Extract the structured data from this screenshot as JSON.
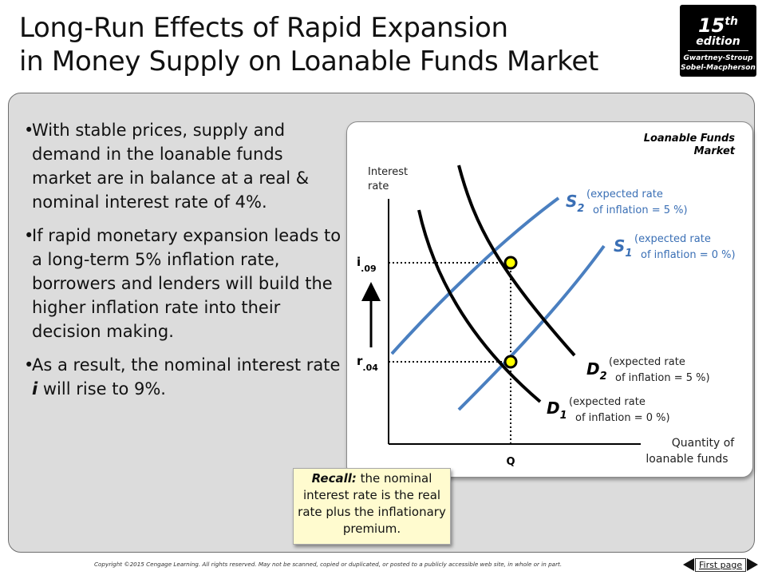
{
  "slide": {
    "title_line1": "Long-Run Effects of Rapid Expansion",
    "title_line2": "in Money Supply on Loanable Funds Market"
  },
  "badge": {
    "edition_number": "15",
    "edition_suffix": "th",
    "edition_word": "edition",
    "authors_line1": "Gwartney-Stroup",
    "authors_line2": "Sobel-Macpherson"
  },
  "bullets": [
    {
      "text": "With stable prices, supply and demand in the loanable funds market are in balance at a real & nominal interest rate of 4%."
    },
    {
      "text": "If rapid monetary expansion leads to a long-term 5% inflation rate, borrowers and lenders will build the higher inflation rate into their decision making."
    },
    {
      "text_before": "As a result, the nominal interest rate ",
      "emphasis": "i",
      "text_after": " will rise to 9%."
    }
  ],
  "diagram": {
    "title_line1": "Loanable  Funds",
    "title_line2": "Market",
    "y_axis_line1": "Interest",
    "y_axis_line2": "rate",
    "x_axis_line1": "Quantity of",
    "x_axis_line2": "loanable funds",
    "x_tick": "Q",
    "i_label": "i",
    "i_value": ".09",
    "r_label": "r",
    "r_value": ".04",
    "curves": {
      "s2": {
        "letter": "S",
        "sub": "2",
        "note1": "(expected rate",
        "note2": "of inflation = 5 %)"
      },
      "s1": {
        "letter": "S",
        "sub": "1",
        "note1": "(expected rate",
        "note2": "of inflation = 0 %)"
      },
      "d2": {
        "letter": "D",
        "sub": "2",
        "note1": "(expected rate",
        "note2": "of inflation = 5 %)"
      },
      "d1": {
        "letter": "D",
        "sub": "1",
        "note1": "(expected rate",
        "note2": "of inflation = 0 %)"
      }
    },
    "colors": {
      "supply": "#4a7fc0",
      "demand": "#000000",
      "label_blue": "#3a6fb5",
      "point_fill": "#ffff00"
    }
  },
  "recall": {
    "label": "Recall:",
    "text": " the nominal interest rate is the real rate plus the inflationary premium."
  },
  "footer": {
    "copyright": "Copyright ©2015 Cengage Learning. All rights reserved. May not be scanned, copied or duplicated, or posted to a publicly accessible web site, in whole or in part.",
    "first_page": "First page"
  }
}
